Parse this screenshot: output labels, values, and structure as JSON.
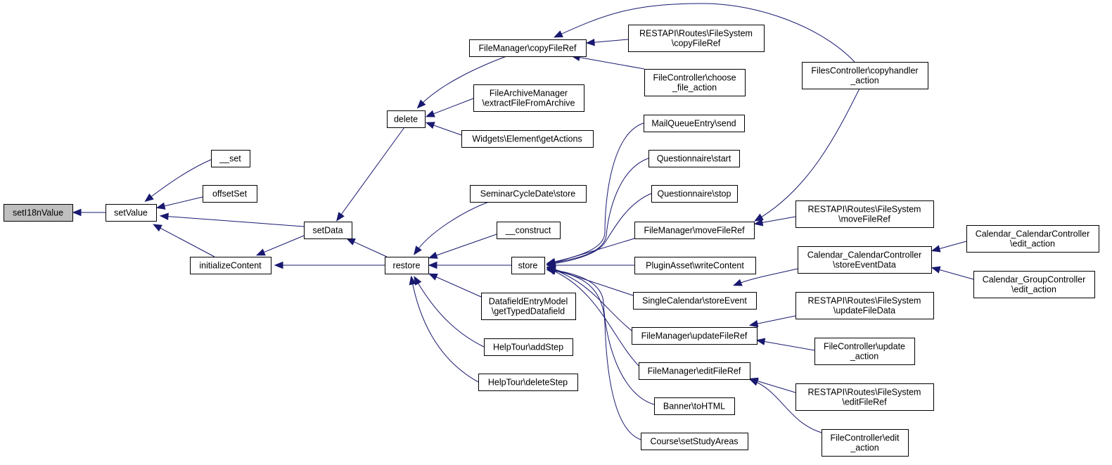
{
  "diagram": {
    "colors": {
      "edge": "#191970",
      "root_fill": "#bfbfbf",
      "node_fill": "#ffffff",
      "node_border": "#000000"
    },
    "nodes": [
      {
        "id": "setI18nValue",
        "lines": [
          "setI18nValue"
        ],
        "root": true
      },
      {
        "id": "setValue",
        "lines": [
          "setValue"
        ]
      },
      {
        "id": "__set",
        "lines": [
          "__set"
        ]
      },
      {
        "id": "offsetSet",
        "lines": [
          "offsetSet"
        ]
      },
      {
        "id": "initializeContent",
        "lines": [
          "initializeContent"
        ]
      },
      {
        "id": "setData",
        "lines": [
          "setData"
        ]
      },
      {
        "id": "delete",
        "lines": [
          "delete"
        ]
      },
      {
        "id": "restore",
        "lines": [
          "restore"
        ]
      },
      {
        "id": "fm_copyFileRef",
        "lines": [
          "FileManager\\copyFileRef"
        ]
      },
      {
        "id": "fam_extract",
        "lines": [
          "FileArchiveManager",
          "\\extractFileFromArchive"
        ]
      },
      {
        "id": "widgets_getActions",
        "lines": [
          "Widgets\\Element\\getActions"
        ]
      },
      {
        "id": "scd_store",
        "lines": [
          "SeminarCycleDate\\store"
        ]
      },
      {
        "id": "construct",
        "lines": [
          "__construct"
        ]
      },
      {
        "id": "store",
        "lines": [
          "store"
        ]
      },
      {
        "id": "dem_getTyped",
        "lines": [
          "DatafieldEntryModel",
          "\\getTypedDatafield"
        ]
      },
      {
        "id": "ht_addStep",
        "lines": [
          "HelpTour\\addStep"
        ]
      },
      {
        "id": "ht_deleteStep",
        "lines": [
          "HelpTour\\deleteStep"
        ]
      },
      {
        "id": "rest_copyFileRef",
        "lines": [
          "RESTAPI\\Routes\\FileSystem",
          "\\copyFileRef"
        ]
      },
      {
        "id": "fc_choose",
        "lines": [
          "FileController\\choose",
          "_file_action"
        ]
      },
      {
        "id": "mqe_send",
        "lines": [
          "MailQueueEntry\\send"
        ]
      },
      {
        "id": "q_start",
        "lines": [
          "Questionnaire\\start"
        ]
      },
      {
        "id": "q_stop",
        "lines": [
          "Questionnaire\\stop"
        ]
      },
      {
        "id": "fm_moveFileRef",
        "lines": [
          "FileManager\\moveFileRef"
        ]
      },
      {
        "id": "pa_write",
        "lines": [
          "PluginAsset\\writeContent"
        ]
      },
      {
        "id": "sc_storeEvent",
        "lines": [
          "SingleCalendar\\storeEvent"
        ]
      },
      {
        "id": "fm_updateFileRef",
        "lines": [
          "FileManager\\updateFileRef"
        ]
      },
      {
        "id": "fm_editFileRef",
        "lines": [
          "FileManager\\editFileRef"
        ]
      },
      {
        "id": "banner_toHTML",
        "lines": [
          "Banner\\toHTML"
        ]
      },
      {
        "id": "course_setStudy",
        "lines": [
          "Course\\setStudyAreas"
        ]
      },
      {
        "id": "fsc_copyhandler",
        "lines": [
          "FilesController\\copyhandler",
          "_action"
        ]
      },
      {
        "id": "rest_moveFileRef",
        "lines": [
          "RESTAPI\\Routes\\FileSystem",
          "\\moveFileRef"
        ]
      },
      {
        "id": "ccc_storeEventData",
        "lines": [
          "Calendar_CalendarController",
          "\\storeEventData"
        ]
      },
      {
        "id": "rest_updateFileData",
        "lines": [
          "RESTAPI\\Routes\\FileSystem",
          "\\updateFileData"
        ]
      },
      {
        "id": "fc_update",
        "lines": [
          "FileController\\update",
          "_action"
        ]
      },
      {
        "id": "rest_editFileRef",
        "lines": [
          "RESTAPI\\Routes\\FileSystem",
          "\\editFileRef"
        ]
      },
      {
        "id": "fc_edit",
        "lines": [
          "FileController\\edit",
          "_action"
        ]
      },
      {
        "id": "ccc_edit",
        "lines": [
          "Calendar_CalendarController",
          "\\edit_action"
        ]
      },
      {
        "id": "cgc_edit",
        "lines": [
          "Calendar_GroupController",
          "\\edit_action"
        ]
      }
    ],
    "edges": [
      {
        "from": "setValue",
        "to": "setI18nValue"
      },
      {
        "from": "__set",
        "to": "setValue"
      },
      {
        "from": "offsetSet",
        "to": "setValue"
      },
      {
        "from": "setData",
        "to": "setValue"
      },
      {
        "from": "initializeContent",
        "to": "setValue"
      },
      {
        "from": "setData",
        "to": "initializeContent"
      },
      {
        "from": "restore",
        "to": "initializeContent"
      },
      {
        "from": "delete",
        "to": "setData"
      },
      {
        "from": "restore",
        "to": "setData"
      },
      {
        "from": "fm_copyFileRef",
        "to": "delete"
      },
      {
        "from": "fam_extract",
        "to": "delete"
      },
      {
        "from": "widgets_getActions",
        "to": "delete"
      },
      {
        "from": "scd_store",
        "to": "restore"
      },
      {
        "from": "construct",
        "to": "restore"
      },
      {
        "from": "store",
        "to": "restore"
      },
      {
        "from": "dem_getTyped",
        "to": "restore"
      },
      {
        "from": "ht_addStep",
        "to": "restore"
      },
      {
        "from": "ht_deleteStep",
        "to": "restore"
      },
      {
        "from": "rest_copyFileRef",
        "to": "fm_copyFileRef"
      },
      {
        "from": "fc_choose",
        "to": "fm_copyFileRef"
      },
      {
        "from": "fsc_copyhandler",
        "to": "fm_copyFileRef"
      },
      {
        "from": "mqe_send",
        "to": "store"
      },
      {
        "from": "q_start",
        "to": "store"
      },
      {
        "from": "q_stop",
        "to": "store"
      },
      {
        "from": "fm_moveFileRef",
        "to": "store"
      },
      {
        "from": "pa_write",
        "to": "store"
      },
      {
        "from": "sc_storeEvent",
        "to": "store"
      },
      {
        "from": "fm_updateFileRef",
        "to": "store"
      },
      {
        "from": "fm_editFileRef",
        "to": "store"
      },
      {
        "from": "banner_toHTML",
        "to": "store"
      },
      {
        "from": "course_setStudy",
        "to": "store"
      },
      {
        "from": "fsc_copyhandler",
        "to": "fm_moveFileRef"
      },
      {
        "from": "rest_moveFileRef",
        "to": "fm_moveFileRef"
      },
      {
        "from": "ccc_storeEventData",
        "to": "sc_storeEvent"
      },
      {
        "from": "ccc_edit",
        "to": "ccc_storeEventData"
      },
      {
        "from": "cgc_edit",
        "to": "ccc_storeEventData"
      },
      {
        "from": "rest_updateFileData",
        "to": "fm_updateFileRef"
      },
      {
        "from": "fc_update",
        "to": "fm_updateFileRef"
      },
      {
        "from": "rest_editFileRef",
        "to": "fm_editFileRef"
      },
      {
        "from": "fc_edit",
        "to": "fm_editFileRef"
      }
    ]
  }
}
